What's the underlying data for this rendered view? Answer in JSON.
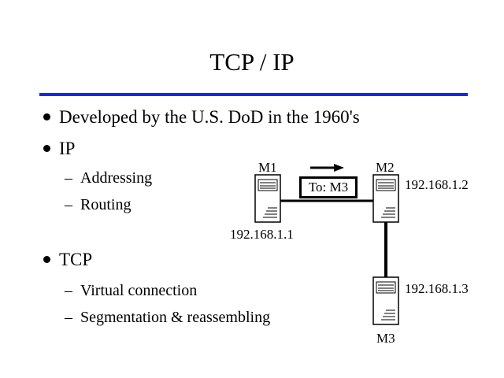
{
  "slide": {
    "title": "TCP / IP",
    "rule_color": "#1a2bd6"
  },
  "bullets": [
    {
      "text": "Developed by the U.S. DoD in the 1960's",
      "subitems": []
    },
    {
      "text": "IP",
      "subitems": [
        "Addressing",
        "Routing"
      ]
    },
    {
      "text": "TCP",
      "subitems": [
        "Virtual connection",
        "Segmentation & reassembling"
      ]
    }
  ],
  "network": {
    "machines": [
      {
        "name": "M1",
        "ip": "192.168.1.1"
      },
      {
        "name": "M2",
        "ip": "192.168.1.2"
      },
      {
        "name": "M3",
        "ip": "192.168.1.3"
      }
    ],
    "packet_label": "To: M3",
    "icons": [
      "server-icon",
      "arrow-right-icon"
    ]
  }
}
